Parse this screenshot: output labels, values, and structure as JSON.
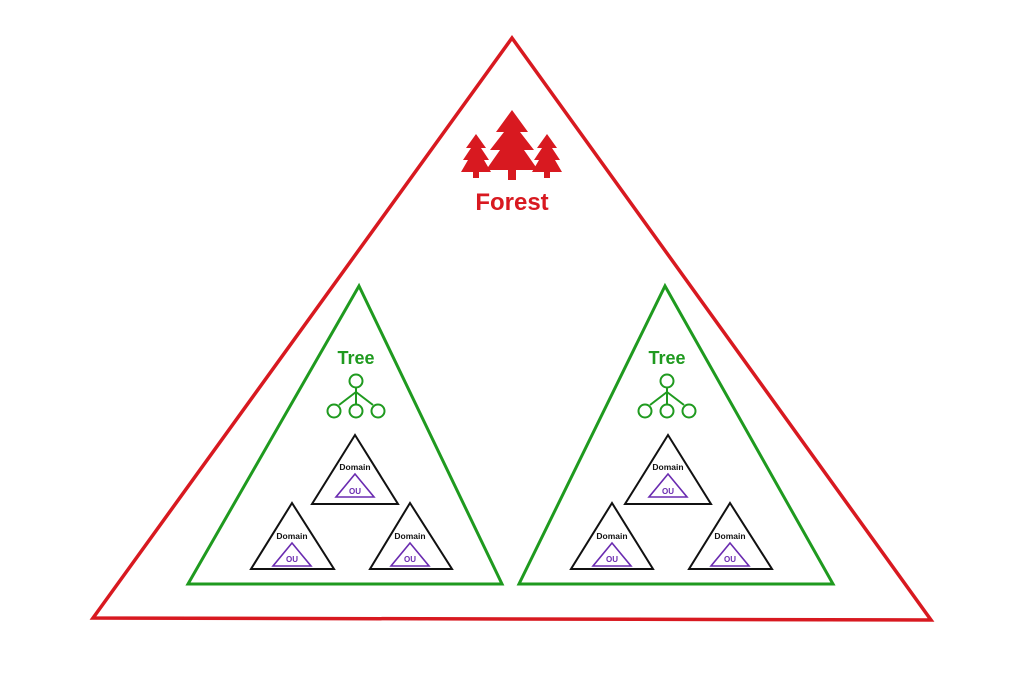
{
  "colors": {
    "forest": "#d81920",
    "tree": "#1f9a1f",
    "domain": "#111111",
    "ou": "#6a2bb0",
    "background": "#ffffff"
  },
  "forest": {
    "label": "Forest",
    "icon": "pine-trees-icon"
  },
  "trees": [
    {
      "label": "Tree",
      "icon": "hierarchy-icon",
      "domains": [
        {
          "label": "Domain",
          "ou": "OU"
        },
        {
          "label": "Domain",
          "ou": "OU"
        },
        {
          "label": "Domain",
          "ou": "OU"
        }
      ]
    },
    {
      "label": "Tree",
      "icon": "hierarchy-icon",
      "domains": [
        {
          "label": "Domain",
          "ou": "OU"
        },
        {
          "label": "Domain",
          "ou": "OU"
        },
        {
          "label": "Domain",
          "ou": "OU"
        }
      ]
    }
  ]
}
